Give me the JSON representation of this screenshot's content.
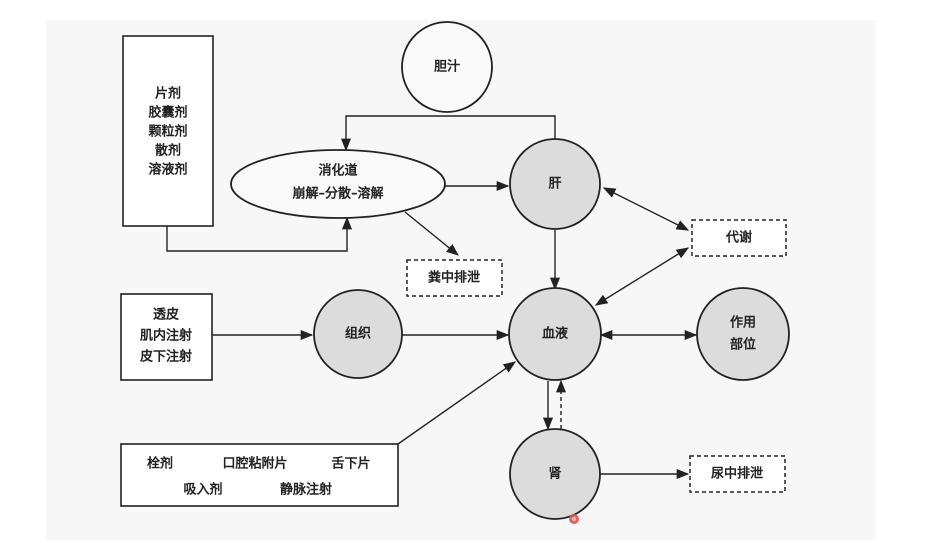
{
  "nodes": {
    "oral_forms": [
      "片剂",
      "胶囊剂",
      "颗粒剂",
      "散剂",
      "溶液剂"
    ],
    "bile": "胆汁",
    "gi_tract": {
      "line1": "消化道",
      "line2": "崩解–分散–溶解"
    },
    "liver": "肝",
    "fecal_excretion": "粪中排泄",
    "metabolism": "代谢",
    "parenteral_forms": [
      "透皮",
      "肌内注射",
      "皮下注射"
    ],
    "tissue": "组织",
    "blood": "血液",
    "site_of_action": {
      "line1": "作用",
      "line2": "部位"
    },
    "other_routes": {
      "row1": [
        "栓剂",
        "口腔粘附片",
        "舌下片"
      ],
      "row2": [
        "吸入剂",
        "静脉注射"
      ]
    },
    "kidney": "肾",
    "urinary_excretion": "尿中排泄"
  },
  "colors": {
    "stroke": "#222222",
    "shaded_node": "#dcdcdc",
    "panel_bg": "#f7f7f7",
    "cursor_dot": "#d9534f"
  }
}
